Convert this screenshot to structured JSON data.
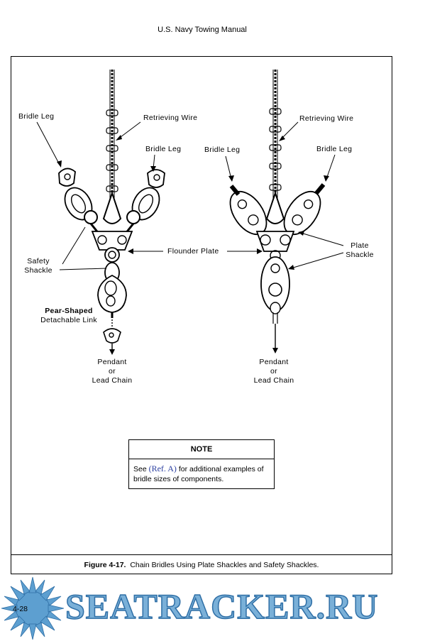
{
  "header": {
    "title": "U.S. Navy Towing Manual"
  },
  "figure": {
    "left_labels": {
      "bridle_leg_1": "Bridle Leg",
      "retrieving_wire": "Retrieving Wire",
      "bridle_leg_2": "Bridle Leg",
      "flounder_plate": "Flounder Plate",
      "safety_shackle_1": "Safety",
      "safety_shackle_2": "Shackle",
      "pear_shaped_1": "Pear-Shaped",
      "pear_shaped_2": "Detachable Link",
      "pendant_1": "Pendant",
      "pendant_2": "or",
      "pendant_3": "Lead Chain"
    },
    "right_labels": {
      "retrieving_wire": "Retrieving Wire",
      "bridle_leg_1": "Bridle Leg",
      "bridle_leg_2": "Bridle Leg",
      "plate_shackle_1": "Plate",
      "plate_shackle_2": "Shackle",
      "pendant_1": "Pendant",
      "pendant_2": "or",
      "pendant_3": "Lead Chain"
    },
    "note": {
      "heading": "NOTE",
      "text_before": "See ",
      "ref": "(Ref. A)",
      "text_after": " for additional examples of bridle sizes of components."
    },
    "caption": {
      "number": "Figure 4-17.",
      "text": "Chain Bridles Using Plate Shackles and Safety Shackles."
    }
  },
  "footer": {
    "page_number": "4-28",
    "watermark": "SEATRACKER.RU"
  }
}
